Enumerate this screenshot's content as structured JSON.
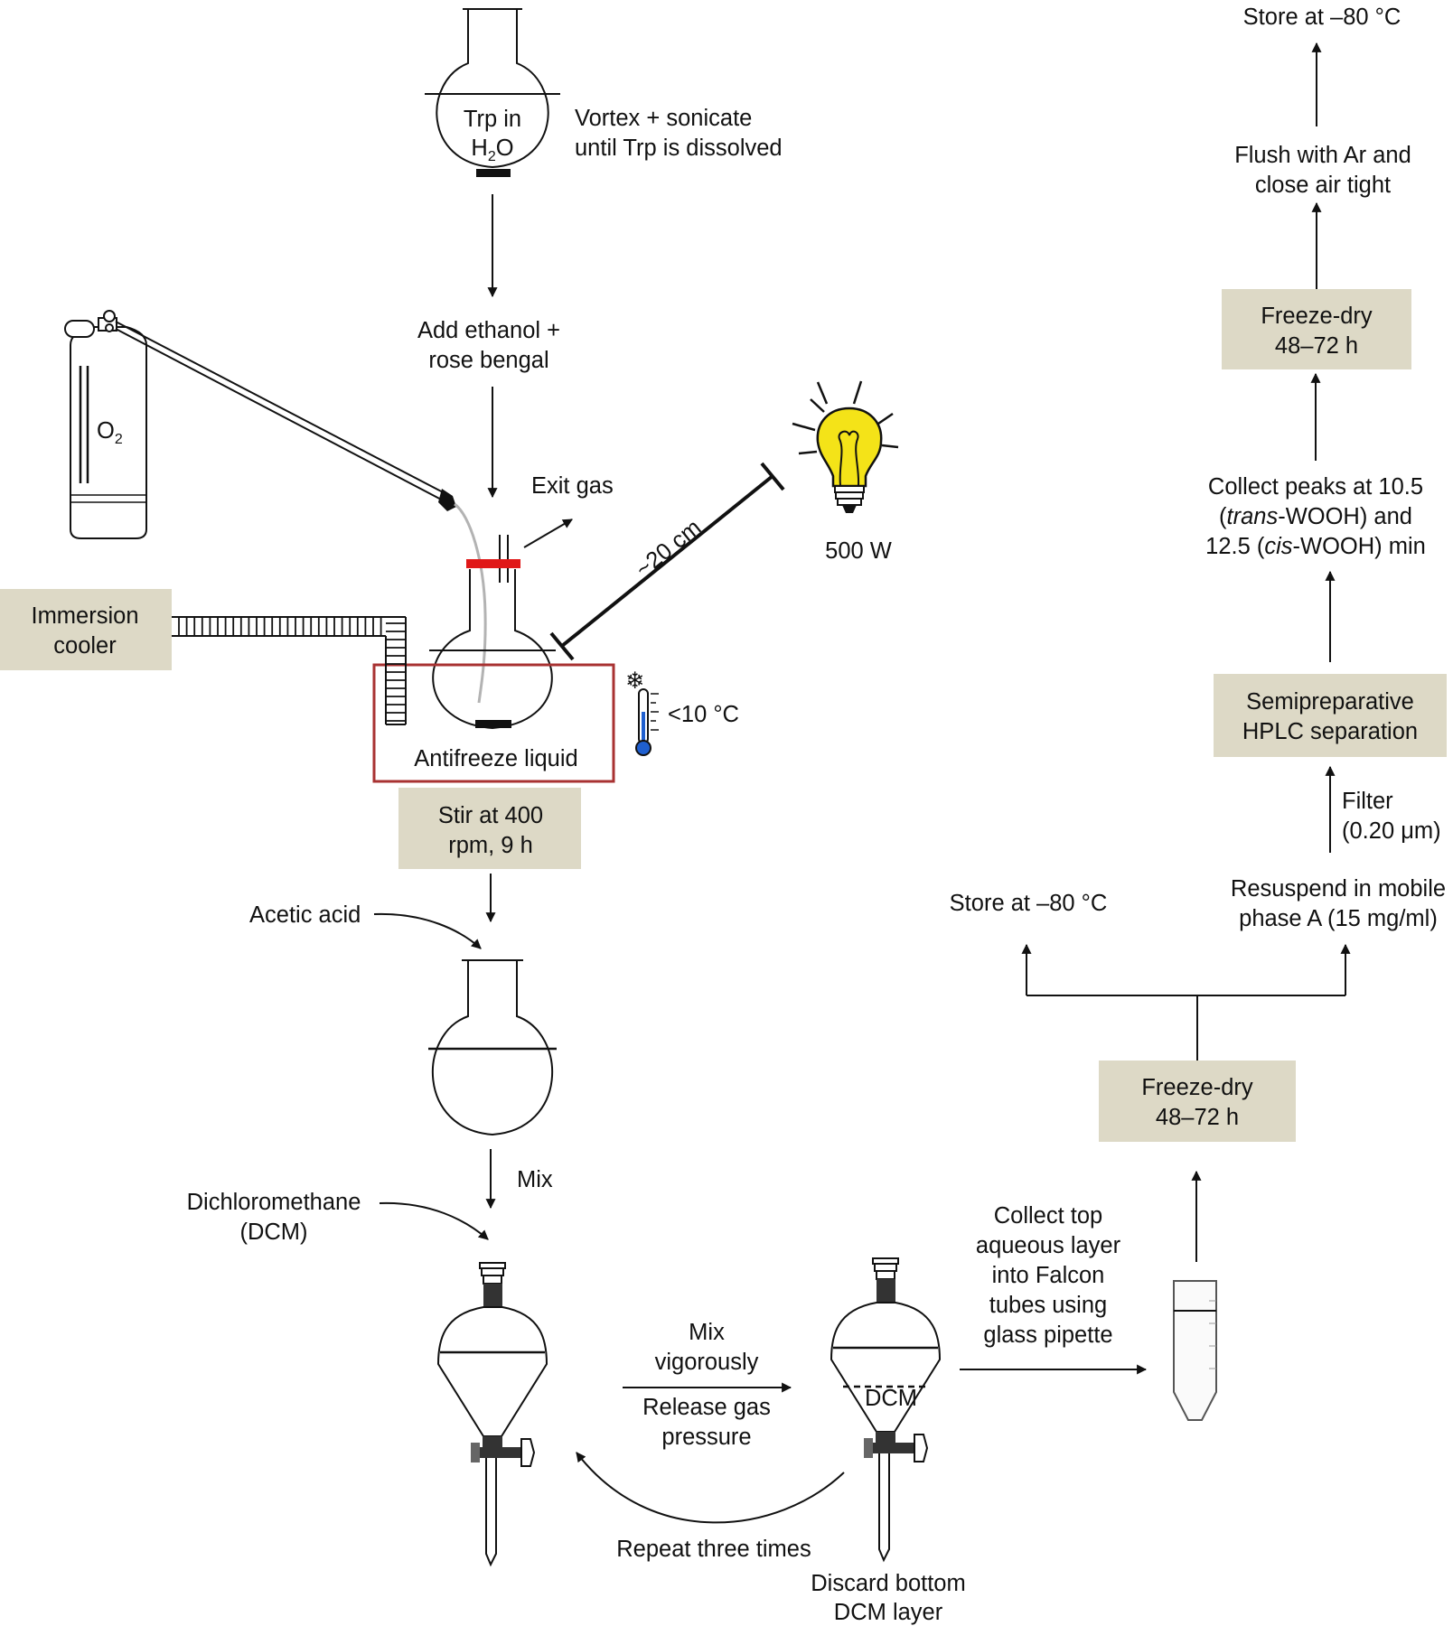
{
  "flask_top": {
    "line1": "Trp in",
    "line2_pre": "H",
    "line2_sub": "2",
    "line2_post": "O"
  },
  "vortex": {
    "line1": "Vortex + sonicate",
    "line2": "until Trp is dissolved"
  },
  "add_ethanol": {
    "line1": "Add ethanol +",
    "line2": "rose bengal"
  },
  "oxygen": {
    "main": "O",
    "sub": "2"
  },
  "exit_gas": "Exit gas",
  "distance": "~20 cm",
  "lamp_power": "500 W",
  "immersion_cooler": {
    "line1": "Immersion",
    "line2": "cooler"
  },
  "antifreeze": "Antifreeze liquid",
  "temperature": "<10 °C",
  "stir": {
    "line1": "Stir at 400",
    "line2": "rpm, 9 h"
  },
  "acetic_acid": "Acetic acid",
  "mix": "Mix",
  "dcm_label": {
    "line1": "Dichloromethane",
    "line2": "(DCM)"
  },
  "mix_vigorously": {
    "line1": "Mix",
    "line2": "vigorously"
  },
  "release_gas": {
    "line1": "Release gas",
    "line2": "pressure"
  },
  "dcm_layer": "DCM",
  "repeat": "Repeat three times",
  "discard": {
    "line1": "Discard bottom",
    "line2": "DCM layer"
  },
  "collect_aqueous": {
    "line1": "Collect top",
    "line2": "aqueous layer",
    "line3": "into Falcon",
    "line4": "tubes using",
    "line5": "glass pipette"
  },
  "freeze_dry_1": {
    "line1": "Freeze-dry",
    "line2": "48–72 h"
  },
  "store_mid": "Store at –80 °C",
  "resuspend": {
    "line1": "Resuspend in mobile",
    "line2": "phase A (15 mg/ml)"
  },
  "filter": {
    "line1": "Filter",
    "line2": "(0.20 μm)"
  },
  "hplc": {
    "line1": "Semipreparative",
    "line2": "HPLC separation"
  },
  "collect_peaks": {
    "line1": "Collect peaks at 10.5",
    "line2_pre": "(",
    "line2_italic": "trans",
    "line2_post": "-WOOH) and",
    "line3_pre": "12.5 (",
    "line3_italic": "cis",
    "line3_post": "-WOOH) min"
  },
  "freeze_dry_2": {
    "line1": "Freeze-dry",
    "line2": "48–72 h"
  },
  "flush": {
    "line1": "Flush with Ar and",
    "line2": "close air tight"
  },
  "store_top": "Store at –80 °C",
  "colors": {
    "box_fill": "#ddd9c6",
    "stopper_red": "#e01818",
    "bath_border": "#a83232",
    "bulb_yellow": "#f4e318",
    "thermo_blue": "#1f5fcf"
  }
}
